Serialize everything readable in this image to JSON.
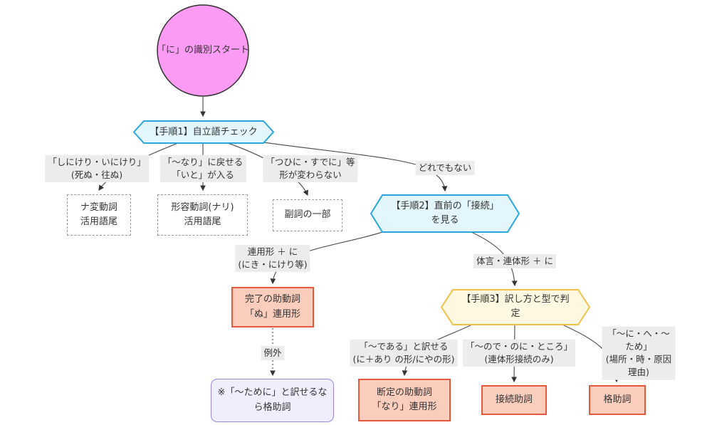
{
  "diagram": {
    "nodes": {
      "start": {
        "text": "「に」の識別スタート"
      },
      "step1": {
        "text": "【手順1】自立語チェック"
      },
      "step2": {
        "text": "【手順2】直前の「接続」\nを見る"
      },
      "step3": {
        "text": "【手順3】訳し方と型で判\n定"
      },
      "na_verb": {
        "text": "ナ変動詞\n活用語尾"
      },
      "keiyodoshi": {
        "text": "形容動詞(ナリ)\n活用語尾"
      },
      "fukushi": {
        "text": "副詞の一部"
      },
      "kanryo": {
        "text": "完了の助動詞\n「ぬ」連用形"
      },
      "dantei": {
        "text": "断定の助動詞\n「なり」連用形"
      },
      "setsuzoku_joshi": {
        "text": "接続助詞"
      },
      "kaku_joshi": {
        "text": "格助詞"
      },
      "exception_note": {
        "text": "※「〜ために」と訳せるな\nら格助詞"
      }
    },
    "edge_labels": {
      "shinikeri": "「しにけり・いにけり」\n(死ぬ・往ぬ)",
      "nari_modoseru": "「〜なり」に戻せる\n「いと」が入る",
      "tsuhini": "「つひに・すでに」等\n形が変わらない",
      "doredemonai": "どれでもない",
      "renyokei": "連用形 ＋ に\n(にき・にけり等)",
      "taigen": "体言・連体形 ＋ に",
      "reigai": "例外",
      "dearu": "「〜である」と訳せる\n(に＋あり の形/にやの形)",
      "node_noni": "「〜ので・のに・ところ」\n(連体形接続のみ)",
      "ni_he_tame": "「〜に・へ・〜ため」\n(場所・時・原因理由)"
    },
    "colors": {
      "start_fill": "#FC9BF3",
      "start_border": "#333333",
      "step_blue_fill": "#E3F6FD",
      "step_blue_border": "#2AA7DB",
      "step_yellow_fill": "#FEF8E0",
      "step_yellow_border": "#F0C04A",
      "result_fill": "#FBCDBC",
      "result_border": "#E4593C",
      "note_fill": "#EFEEFC",
      "note_border": "#9C85E0",
      "label_bg": "#ECECEC",
      "edge_color": "#555555"
    }
  }
}
